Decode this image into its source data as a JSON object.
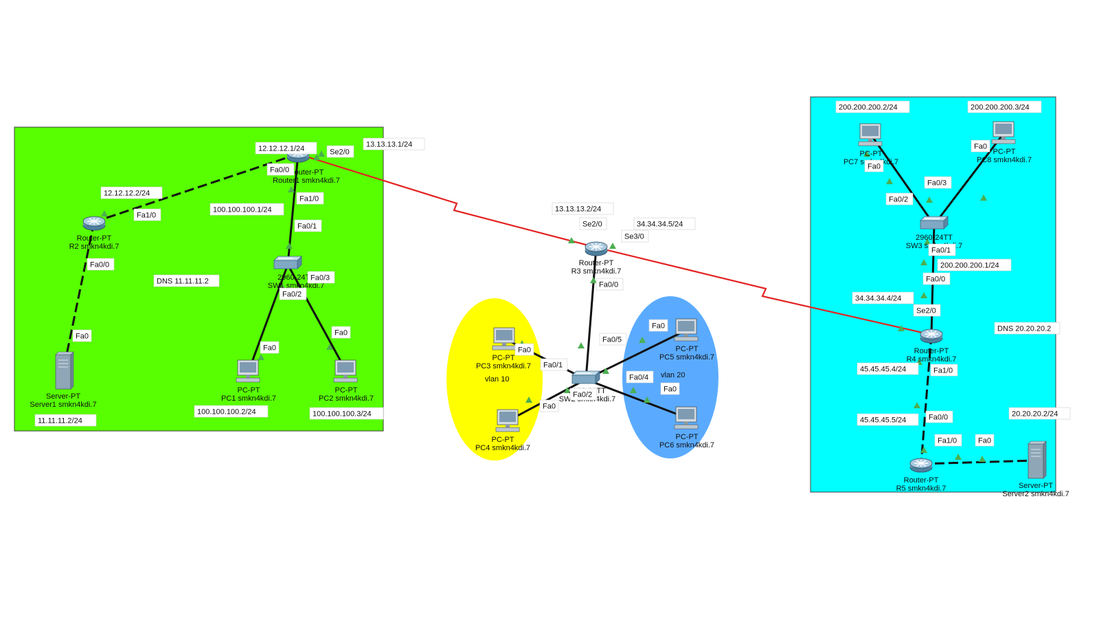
{
  "colors": {
    "area_left": "#57ff00",
    "area_right": "#00ffff",
    "vlan10": "#ffff00",
    "vlan20": "#5aabff",
    "serial_link": "#e32222",
    "ethernet_link": "#111111",
    "port_marker": "#4caf50"
  },
  "areas": {
    "vlan10_label": "vlan 10",
    "vlan20_label": "vlan 20"
  },
  "devices": [
    {
      "id": "r1",
      "type": "router",
      "icon": "router-icon",
      "line1": "Router-PT",
      "line2": "Router1 smkn4kdi.7"
    },
    {
      "id": "r2",
      "type": "router",
      "icon": "router-icon",
      "line1": "Router-PT",
      "line2": "R2 smkn4kdi.7"
    },
    {
      "id": "sw1",
      "type": "switch",
      "icon": "switch-icon",
      "line1": "2960-24TT",
      "line2": "SW1 smkn4kdi.7"
    },
    {
      "id": "server1",
      "type": "server",
      "icon": "server-icon",
      "line1": "Server-PT",
      "line2": "Server1 smkn4kdi.7"
    },
    {
      "id": "pc1",
      "type": "pc",
      "icon": "pc-icon",
      "line1": "PC-PT",
      "line2": "PC1 smkn4kdi.7"
    },
    {
      "id": "pc2",
      "type": "pc",
      "icon": "pc-icon",
      "line1": "PC-PT",
      "line2": "PC2 smkn4kdi.7"
    },
    {
      "id": "r3",
      "type": "router",
      "icon": "router-icon",
      "line1": "Router-PT",
      "line2": "R3 smkn4kdi.7"
    },
    {
      "id": "sw2",
      "type": "switch",
      "icon": "switch-icon",
      "line1": "2960-24TT",
      "line2": "SW2 smkn4kdi.7"
    },
    {
      "id": "pc3",
      "type": "pc",
      "icon": "pc-icon",
      "line1": "PC-PT",
      "line2": "PC3 smkn4kdi.7"
    },
    {
      "id": "pc4",
      "type": "pc",
      "icon": "pc-icon",
      "line1": "PC-PT",
      "line2": "PC4 smkn4kdi.7"
    },
    {
      "id": "pc5",
      "type": "pc",
      "icon": "pc-icon",
      "line1": "PC-PT",
      "line2": "PC5 smkn4kdi.7"
    },
    {
      "id": "pc6",
      "type": "pc",
      "icon": "pc-icon",
      "line1": "PC-PT",
      "line2": "PC6 smkn4kdi.7"
    },
    {
      "id": "pc7",
      "type": "pc",
      "icon": "pc-icon",
      "line1": "PC-PT",
      "line2": "PC7 smkn4kdi.7"
    },
    {
      "id": "pc8",
      "type": "pc",
      "icon": "pc-icon",
      "line1": "PC-PT",
      "line2": "PC8 smkn4kdi.7"
    },
    {
      "id": "sw3",
      "type": "switch",
      "icon": "switch-icon",
      "line1": "2960-24TT",
      "line2": "SW3 smkn4kdi.7"
    },
    {
      "id": "r4",
      "type": "router",
      "icon": "router-icon",
      "line1": "Router-PT",
      "line2": "R4 smkn4kdi.7"
    },
    {
      "id": "r5",
      "type": "router",
      "icon": "router-icon",
      "line1": "Router-PT",
      "line2": "R5 smkn4kdi.7"
    },
    {
      "id": "server2",
      "type": "server",
      "icon": "server-icon",
      "line1": "Server-PT",
      "line2": "Server2 smkn4kdi.7"
    }
  ],
  "links": [
    {
      "from": "r1",
      "to": "r2",
      "kind": "crossover"
    },
    {
      "from": "r1",
      "to": "sw1",
      "kind": "straight"
    },
    {
      "from": "r2",
      "to": "server1",
      "kind": "crossover"
    },
    {
      "from": "sw1",
      "to": "pc1",
      "kind": "straight"
    },
    {
      "from": "sw1",
      "to": "pc2",
      "kind": "straight"
    },
    {
      "from": "r1",
      "to": "r3",
      "kind": "serial"
    },
    {
      "from": "r3",
      "to": "r4",
      "kind": "serial"
    },
    {
      "from": "r3",
      "to": "sw2",
      "kind": "straight"
    },
    {
      "from": "sw2",
      "to": "pc3",
      "kind": "straight"
    },
    {
      "from": "sw2",
      "to": "pc4",
      "kind": "straight"
    },
    {
      "from": "sw2",
      "to": "pc5",
      "kind": "straight"
    },
    {
      "from": "sw2",
      "to": "pc6",
      "kind": "straight"
    },
    {
      "from": "sw3",
      "to": "pc7",
      "kind": "straight"
    },
    {
      "from": "sw3",
      "to": "pc8",
      "kind": "straight"
    },
    {
      "from": "r4",
      "to": "sw3",
      "kind": "straight"
    },
    {
      "from": "r4",
      "to": "r5",
      "kind": "crossover"
    },
    {
      "from": "r5",
      "to": "server2",
      "kind": "crossover"
    }
  ],
  "ip_tags": [
    "12.12.12.1/24",
    "13.13.13.1/24",
    "12.12.12.2/24",
    "100.100.100.1/24",
    "DNS 11.11.11.2",
    "100.100.100.2/24",
    "100.100.100.3/24",
    "11.11.11.2/24",
    "13.13.13.2/24",
    "34.34.34.5/24",
    "200.200.200.2/24",
    "200.200.200.3/24",
    "200.200.200.1/24",
    "34.34.34.4/24",
    "DNS 20.20.20.2",
    "45.45.45.4/24",
    "45.45.45.5/24",
    "20.20.20.2/24"
  ],
  "port_tags": [
    "Se2/0",
    "Fa0/0",
    "Fa1/0",
    "Fa1/0",
    "Fa0/0",
    "Fa0/1",
    "Fa0/3",
    "Fa0/2",
    "Fa0",
    "Fa0",
    "Fa0",
    "Se2/0",
    "Se3/0",
    "Fa0/0",
    "Fa0/5",
    "Fa0",
    "Fa0/1",
    "Fa0",
    "Fa0/2",
    "Fa0",
    "Fa0/4",
    "Fa0",
    "Fa0",
    "Fa0",
    "Fa0/3",
    "Fa0/2",
    "Fa0/1",
    "Fa0/0",
    "Se2/0",
    "Fa1/0",
    "Fa0/0",
    "Fa1/0",
    "Fa0"
  ]
}
